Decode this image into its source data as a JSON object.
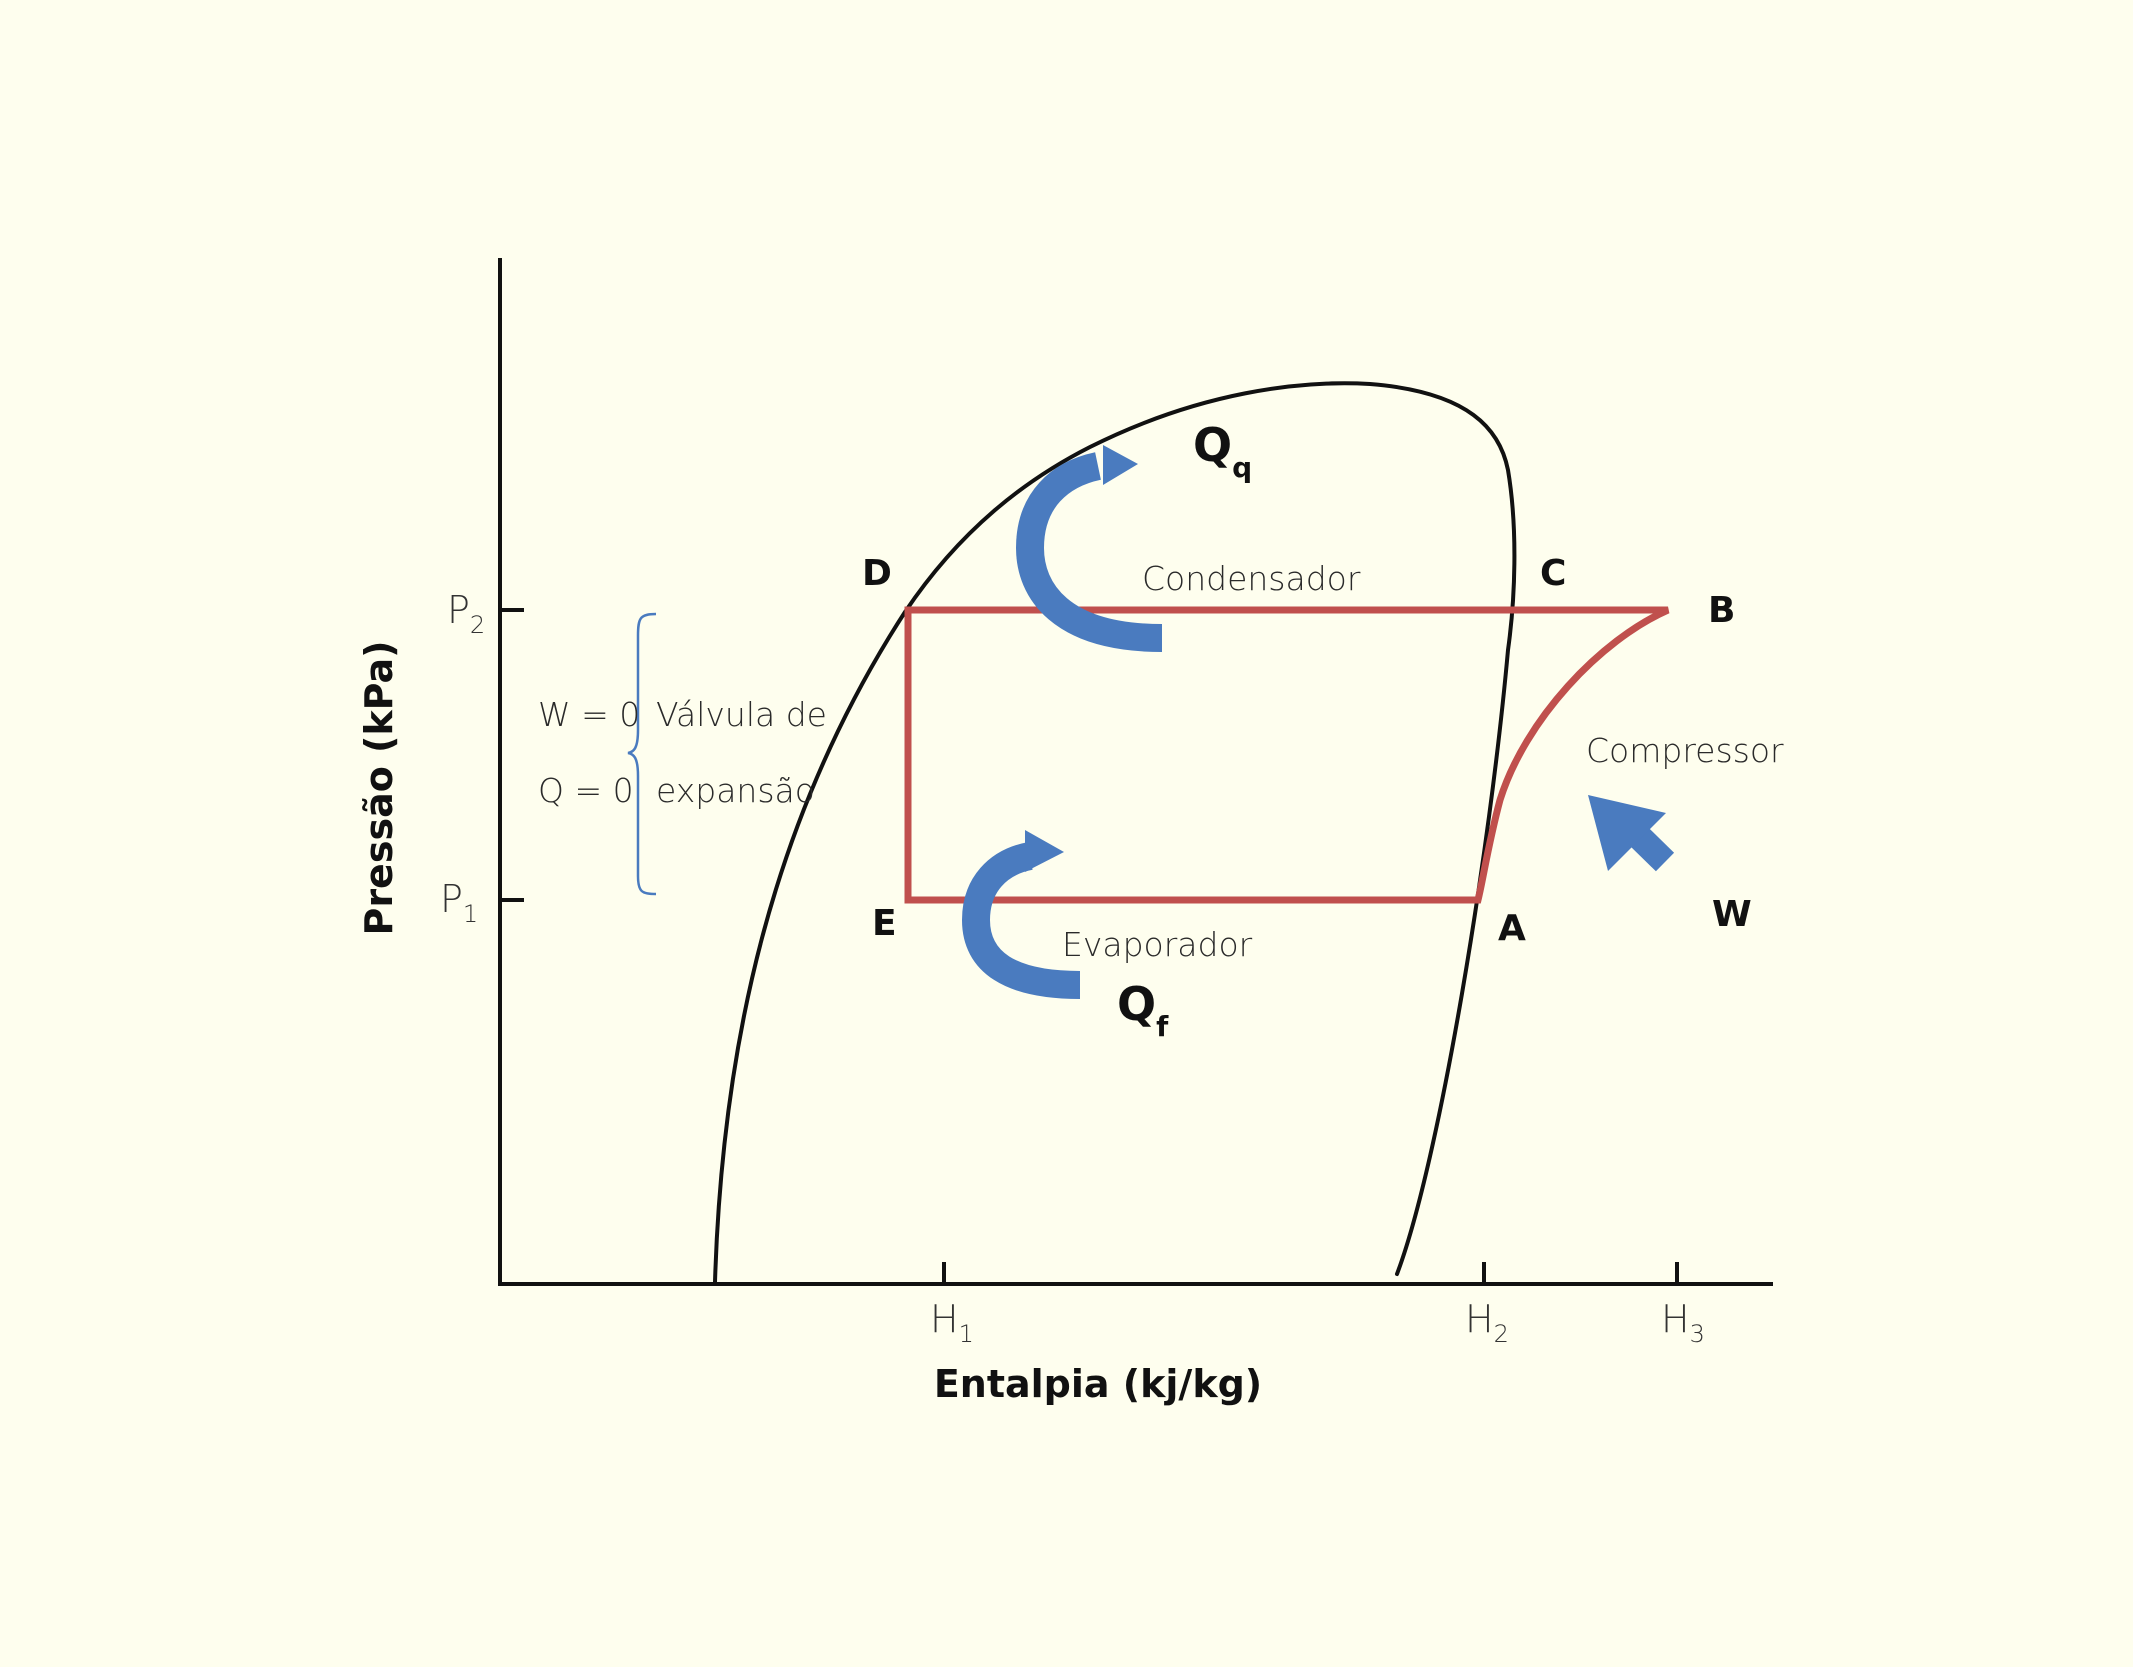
{
  "axes": {
    "y_title": "Pressão (kPa)",
    "x_title": "Entalpia (kj/kg)",
    "y_ticks": [
      {
        "main": "P",
        "sub": "2"
      },
      {
        "main": "P",
        "sub": "1"
      }
    ],
    "x_ticks": [
      {
        "main": "H",
        "sub": "1"
      },
      {
        "main": "H",
        "sub": "2"
      },
      {
        "main": "H",
        "sub": "3"
      }
    ]
  },
  "points": {
    "a": "A",
    "b": "B",
    "c": "C",
    "d": "D",
    "e": "E"
  },
  "labels": {
    "condensador": "Condensador",
    "evaporador": "Evaporador",
    "compressor": "Compressor",
    "work": "W"
  },
  "heat": {
    "qq": {
      "main": "Q",
      "sub": "q"
    },
    "qf": {
      "main": "Q",
      "sub": "f"
    }
  },
  "valve": {
    "w_eq": "W = 0",
    "q_eq": "Q = 0",
    "line1": "Válvula de",
    "line2": "expansão"
  },
  "colors": {
    "background": "#FEFEEE",
    "cycle": "#C0504D",
    "arrows": "#4A7BBF",
    "dome": "#111111"
  }
}
